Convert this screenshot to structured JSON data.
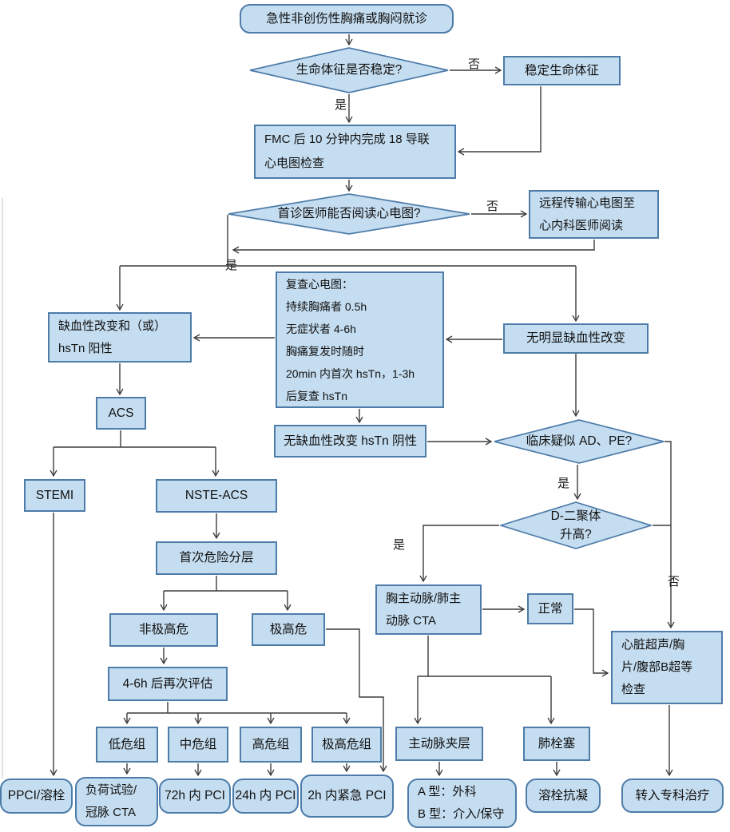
{
  "colors": {
    "node_fill": "#c5ddf0",
    "node_border": "#4e7ca9",
    "line": "#3c3c3c",
    "text": "#111111",
    "background": "#ffffff"
  },
  "nodes": {
    "start": "急性非创伤性胸痛或胸闷就诊",
    "vitals": "生命体征是否稳定?",
    "stabilize": "稳定生命体征",
    "fmc": "FMC 后 10 分钟内完成 18 导联\n心电图检查",
    "read_ecg": "首诊医师能否阅读心电图?",
    "remote": "远程传输心电图至\n心内科医师阅读",
    "ischemia": "缺血性改变和（或）\nhsTn 阳性",
    "recheck": "复查心电图：\n持续胸痛者 0.5h\n无症状者 4-6h\n胸痛复发时随时\n20min 内首次 hsTn，1-3h\n后复查 hsTn",
    "no_ischemia": "无明显缺血性改变",
    "acs": "ACS",
    "negative": "无缺血性改变 hsTn 阴性",
    "suspect": "临床疑似 AD、PE?",
    "stemi": "STEMI",
    "nste": "NSTE-ACS",
    "ddimer": "D-二聚体\n升高?",
    "stratify": "首次危险分层",
    "cta": "胸主动脉/肺主\n动脉 CTA",
    "normal": "正常",
    "non_very_high": "非极高危",
    "very_high": "极高危",
    "echo": "心脏超声/胸\n片/腹部B超等\n检查",
    "reassess": "4-6h 后再次评估",
    "low_group": "低危组",
    "mid_group": "中危组",
    "high_group": "高危组",
    "very_high_group": "极高危组",
    "dissection": "主动脉夹层",
    "pulmonary_embolism": "肺栓塞",
    "ppci": "PPCI/溶栓",
    "stress_test": "负荷试验/\n冠脉 CTA",
    "pci72": "72h 内 PCI",
    "pci24": "24h 内 PCI",
    "pci2": "2h 内紧急 PCI",
    "type_ab": "A 型：外科\nB 型：介入/保守",
    "thrombolysis": "溶栓抗凝",
    "specialist": "转入专科治疗"
  },
  "edge_labels": {
    "vitals_no": "否",
    "vitals_yes": "是",
    "read_no": "否",
    "read_yes": "是",
    "suspect_yes": "是",
    "suspect_no": "否",
    "ddimer_yes": "是"
  }
}
